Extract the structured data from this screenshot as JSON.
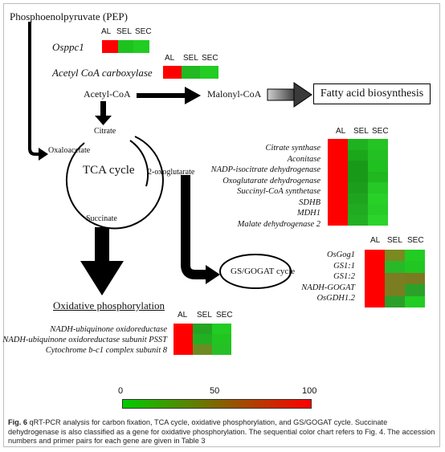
{
  "labels": {
    "pep": "Phosphoenolpyruvate (PEP)",
    "osppc1": "Osppc1",
    "acc": "Acetyl CoA carboxylase",
    "acetyl_coa": "Acetyl-CoA",
    "malonyl_coa": "Malonyl-CoA",
    "fatty_acid": "Fatty acid biosynthesis",
    "citrate": "Citrate",
    "oxaloacetate": "Oxaloacetate",
    "tca": "TCA cycle",
    "oxoglutarate": "2-oxoglutarate",
    "succinate": "Succinate",
    "gs_gogat": "GS/GOGAT cycle",
    "oxphos": "Oxidative phosphorylation"
  },
  "col_headers": [
    "AL",
    "SEL",
    "SEC"
  ],
  "tca_genes": [
    "Citrate synthase",
    "Aconitase",
    "NADP-isocitrate dehydrogenase",
    "Oxoglutarate dehydrogenase",
    "Succinyl-CoA synthetase",
    "SDHB",
    "MDH1",
    "Malate dehydrogenase 2"
  ],
  "gs_genes": [
    "OsGog1",
    "GS1:1",
    "GS1:2",
    "NADH-GOGAT",
    "OsGDH1.2"
  ],
  "ox_genes": [
    "NADH-ubiquinone oxidoreductase",
    "NADH-ubiquinone oxidoreductase subunit PSST",
    "Cytochrome b-c1 complex subunit 8"
  ],
  "heatmaps": {
    "osppc1": [
      [
        "#ff0000",
        "#1ec21e",
        "#22cc22"
      ]
    ],
    "acc": [
      [
        "#ff0000",
        "#22b922",
        "#22cc22"
      ]
    ],
    "tca": [
      [
        "#ff0000",
        "#1fb21f",
        "#24c424"
      ],
      [
        "#ff0000",
        "#1aa71a",
        "#22c022"
      ],
      [
        "#ff0000",
        "#189a18",
        "#20c020"
      ],
      [
        "#ff0000",
        "#189a18",
        "#1fb81f"
      ],
      [
        "#ff0000",
        "#1c9e1c",
        "#25c825"
      ],
      [
        "#ff0000",
        "#1fa41f",
        "#28d028"
      ],
      [
        "#ff0000",
        "#20ab20",
        "#27cc27"
      ],
      [
        "#ff0000",
        "#22b022",
        "#2ad42a"
      ]
    ],
    "gs": [
      [
        "#ff0000",
        "#7a8a20",
        "#22cc22"
      ],
      [
        "#ff0000",
        "#28b828",
        "#22c622"
      ],
      [
        "#ff0000",
        "#7c7c22",
        "#7a7a20"
      ],
      [
        "#ff0000",
        "#7a7e20",
        "#2aa22a"
      ],
      [
        "#ff0000",
        "#2aa02a",
        "#22cc22"
      ]
    ],
    "ox": [
      [
        "#ff0000",
        "#23a523",
        "#22cc22"
      ],
      [
        "#ff0000",
        "#22b022",
        "#22c422"
      ],
      [
        "#ff0000",
        "#6e8a22",
        "#26c026"
      ]
    ]
  },
  "scale": {
    "ticks": [
      "0",
      "50",
      "100"
    ],
    "colors": [
      "#00cc00",
      "#ff0000"
    ]
  },
  "caption": {
    "label": "Fig. 6",
    "text": " qRT-PCR analysis for carbon fixation, TCA cycle, oxidative phosphorylation, and GS/GOGAT cycle. Succinate dehydrogenase is also classified as a gene for oxidative phosphorylation. The sequential color chart refers to Fig. 4. The accession numbers and primer pairs for each gene are given in Table 3"
  }
}
